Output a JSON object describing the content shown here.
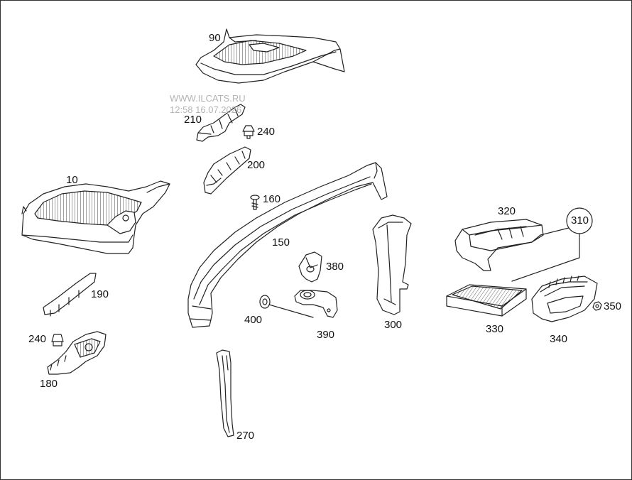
{
  "watermark": {
    "site": "WWW.ILCATS.RU",
    "timestamp": "12:58 16.07.2026"
  },
  "parts": [
    {
      "id": "p90",
      "label": "90"
    },
    {
      "id": "p210",
      "label": "210"
    },
    {
      "id": "p240a",
      "label": "240"
    },
    {
      "id": "p200",
      "label": "200"
    },
    {
      "id": "p10",
      "label": "10"
    },
    {
      "id": "p160",
      "label": "160"
    },
    {
      "id": "p150",
      "label": "150"
    },
    {
      "id": "p320",
      "label": "320"
    },
    {
      "id": "p310",
      "label": "310"
    },
    {
      "id": "p190",
      "label": "190"
    },
    {
      "id": "p380",
      "label": "380"
    },
    {
      "id": "p400",
      "label": "400"
    },
    {
      "id": "p390",
      "label": "390"
    },
    {
      "id": "p300",
      "label": "300"
    },
    {
      "id": "p330",
      "label": "330"
    },
    {
      "id": "p340",
      "label": "340"
    },
    {
      "id": "p350",
      "label": "350"
    },
    {
      "id": "p240b",
      "label": "240"
    },
    {
      "id": "p180",
      "label": "180"
    },
    {
      "id": "p270",
      "label": "270"
    }
  ]
}
